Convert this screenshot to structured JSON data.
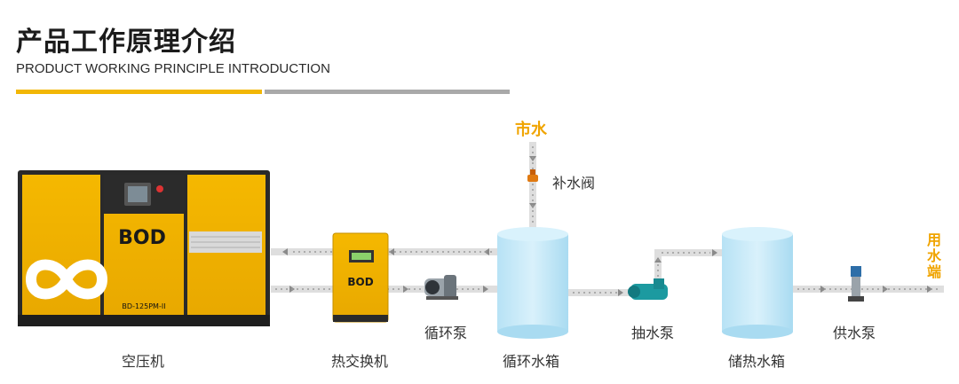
{
  "header": {
    "title": "产品工作原理介绍",
    "subtitle": "PRODUCT WORKING PRINCIPLE INTRODUCTION"
  },
  "colors": {
    "accent": "#f2b705",
    "gray": "#a9a9a9",
    "pipe": "#dcdcdc",
    "tank": "#bfe6f7",
    "source": "#f0a400"
  },
  "compressor": {
    "brand": "BOD",
    "model": "BD-125PM-II"
  },
  "exchanger": {
    "brand": "BOD"
  },
  "labels": {
    "compressor": "空压机",
    "exchanger": "热交换机",
    "circ_pump": "循环泵",
    "circ_tank": "循环水箱",
    "draw_pump": "抽水泵",
    "storage_tank": "储热水箱",
    "supply_pump": "供水泵",
    "city_water": "市水",
    "makeup_valve": "补水阀",
    "use_water": "用水端"
  }
}
